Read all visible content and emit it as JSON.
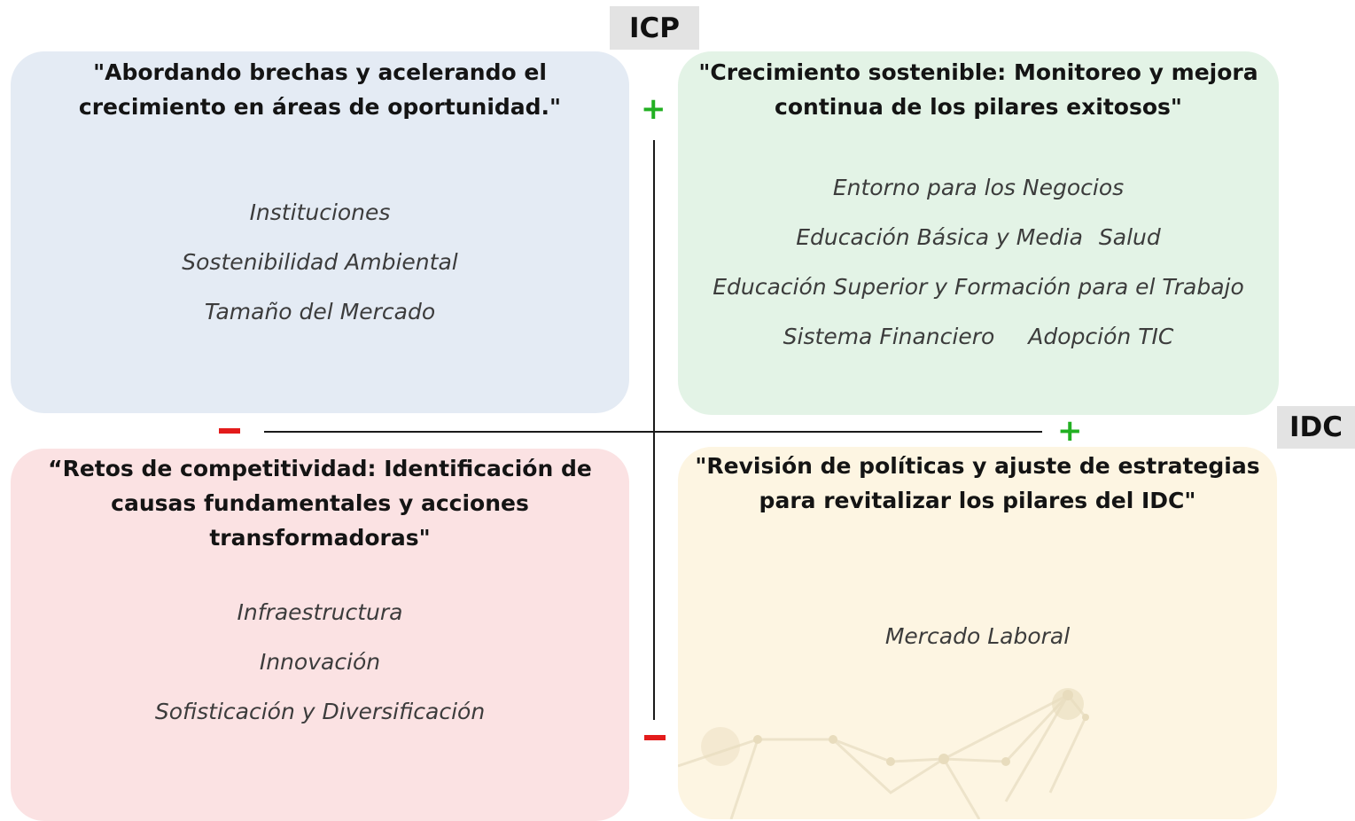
{
  "axes": {
    "vertical_label": "ICP",
    "horizontal_label": "IDC",
    "plus_sign": "+",
    "minus_sign": "−"
  },
  "quadrants": {
    "top_left": {
      "title_lines": [
        "\"Abordando brechas y acelerando el",
        "crecimiento en áreas de oportunidad.\""
      ],
      "items": [
        "Instituciones",
        "Sostenibilidad Ambiental",
        "Tamaño del Mercado"
      ],
      "color": "#e4ebf4"
    },
    "top_right": {
      "title_lines": [
        "\"Crecimiento sostenible: Monitoreo y mejora",
        "continua de los pilares exitosos\""
      ],
      "items": [
        "Entorno para los Negocios",
        "Educación Básica y Media",
        "Salud",
        "Educación Superior y Formación para el Trabajo",
        "Sistema Financiero",
        "Adopción TIC"
      ],
      "color": "#e3f3e6"
    },
    "bottom_left": {
      "title_lines": [
        "“Retos de competitividad: Identificación de",
        "causas fundamentales y acciones",
        "transformadoras\""
      ],
      "items": [
        "Infraestructura",
        "Innovación",
        "Sofisticación y Diversificación"
      ],
      "color": "#fbe2e3"
    },
    "bottom_right": {
      "title_lines": [
        "\"Revisión de políticas y ajuste de estrategias",
        "para revitalizar los pilares del IDC\""
      ],
      "items": [
        "Mercado Laboral"
      ],
      "color": "#fdf5e2"
    }
  }
}
